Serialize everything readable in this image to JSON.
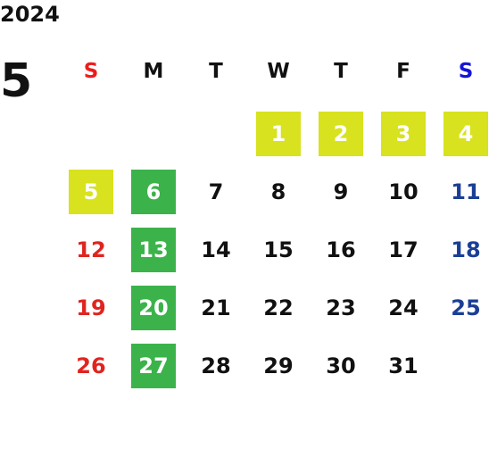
{
  "calendar": {
    "year": "2024",
    "month": "5",
    "weekdays": [
      "S",
      "M",
      "T",
      "W",
      "T",
      "F",
      "S"
    ],
    "weekday_colors": {
      "sunday": "#ee1c1c",
      "saturday": "#1515d6",
      "weekday": "#111111"
    },
    "highlight_colors": {
      "yellow": "#d8e21e",
      "green": "#3bb34a"
    },
    "days": [
      {
        "day": "1",
        "highlight": "yellow"
      },
      {
        "day": "2",
        "highlight": "yellow"
      },
      {
        "day": "3",
        "highlight": "yellow"
      },
      {
        "day": "4",
        "highlight": "yellow"
      },
      {
        "day": "5",
        "highlight": "yellow"
      },
      {
        "day": "6",
        "highlight": "green"
      },
      {
        "day": "7"
      },
      {
        "day": "8"
      },
      {
        "day": "9"
      },
      {
        "day": "10"
      },
      {
        "day": "11"
      },
      {
        "day": "12"
      },
      {
        "day": "13",
        "highlight": "green"
      },
      {
        "day": "14"
      },
      {
        "day": "15"
      },
      {
        "day": "16"
      },
      {
        "day": "17"
      },
      {
        "day": "18"
      },
      {
        "day": "19"
      },
      {
        "day": "20",
        "highlight": "green"
      },
      {
        "day": "21"
      },
      {
        "day": "22"
      },
      {
        "day": "23"
      },
      {
        "day": "24"
      },
      {
        "day": "25"
      },
      {
        "day": "26"
      },
      {
        "day": "27",
        "highlight": "green"
      },
      {
        "day": "28"
      },
      {
        "day": "29"
      },
      {
        "day": "30"
      },
      {
        "day": "31"
      }
    ]
  }
}
